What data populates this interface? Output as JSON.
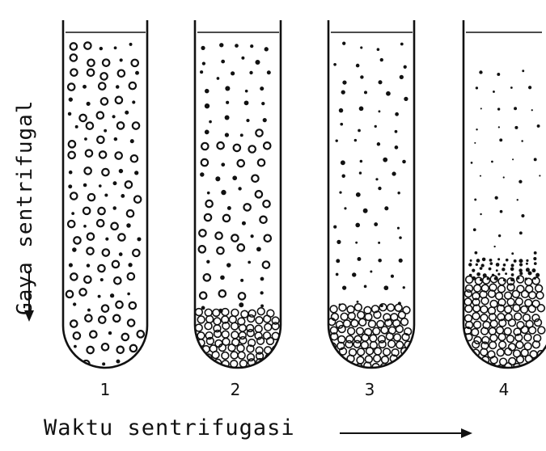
{
  "axis": {
    "y_label": "Gaya sentrifugal",
    "x_label": "Waktu sentrifugasi"
  },
  "tubes": [
    {
      "number": "1"
    },
    {
      "number": "2"
    },
    {
      "number": "3"
    },
    {
      "number": "4"
    }
  ],
  "colors": {
    "ink": "#111111",
    "background": "#ffffff"
  }
}
